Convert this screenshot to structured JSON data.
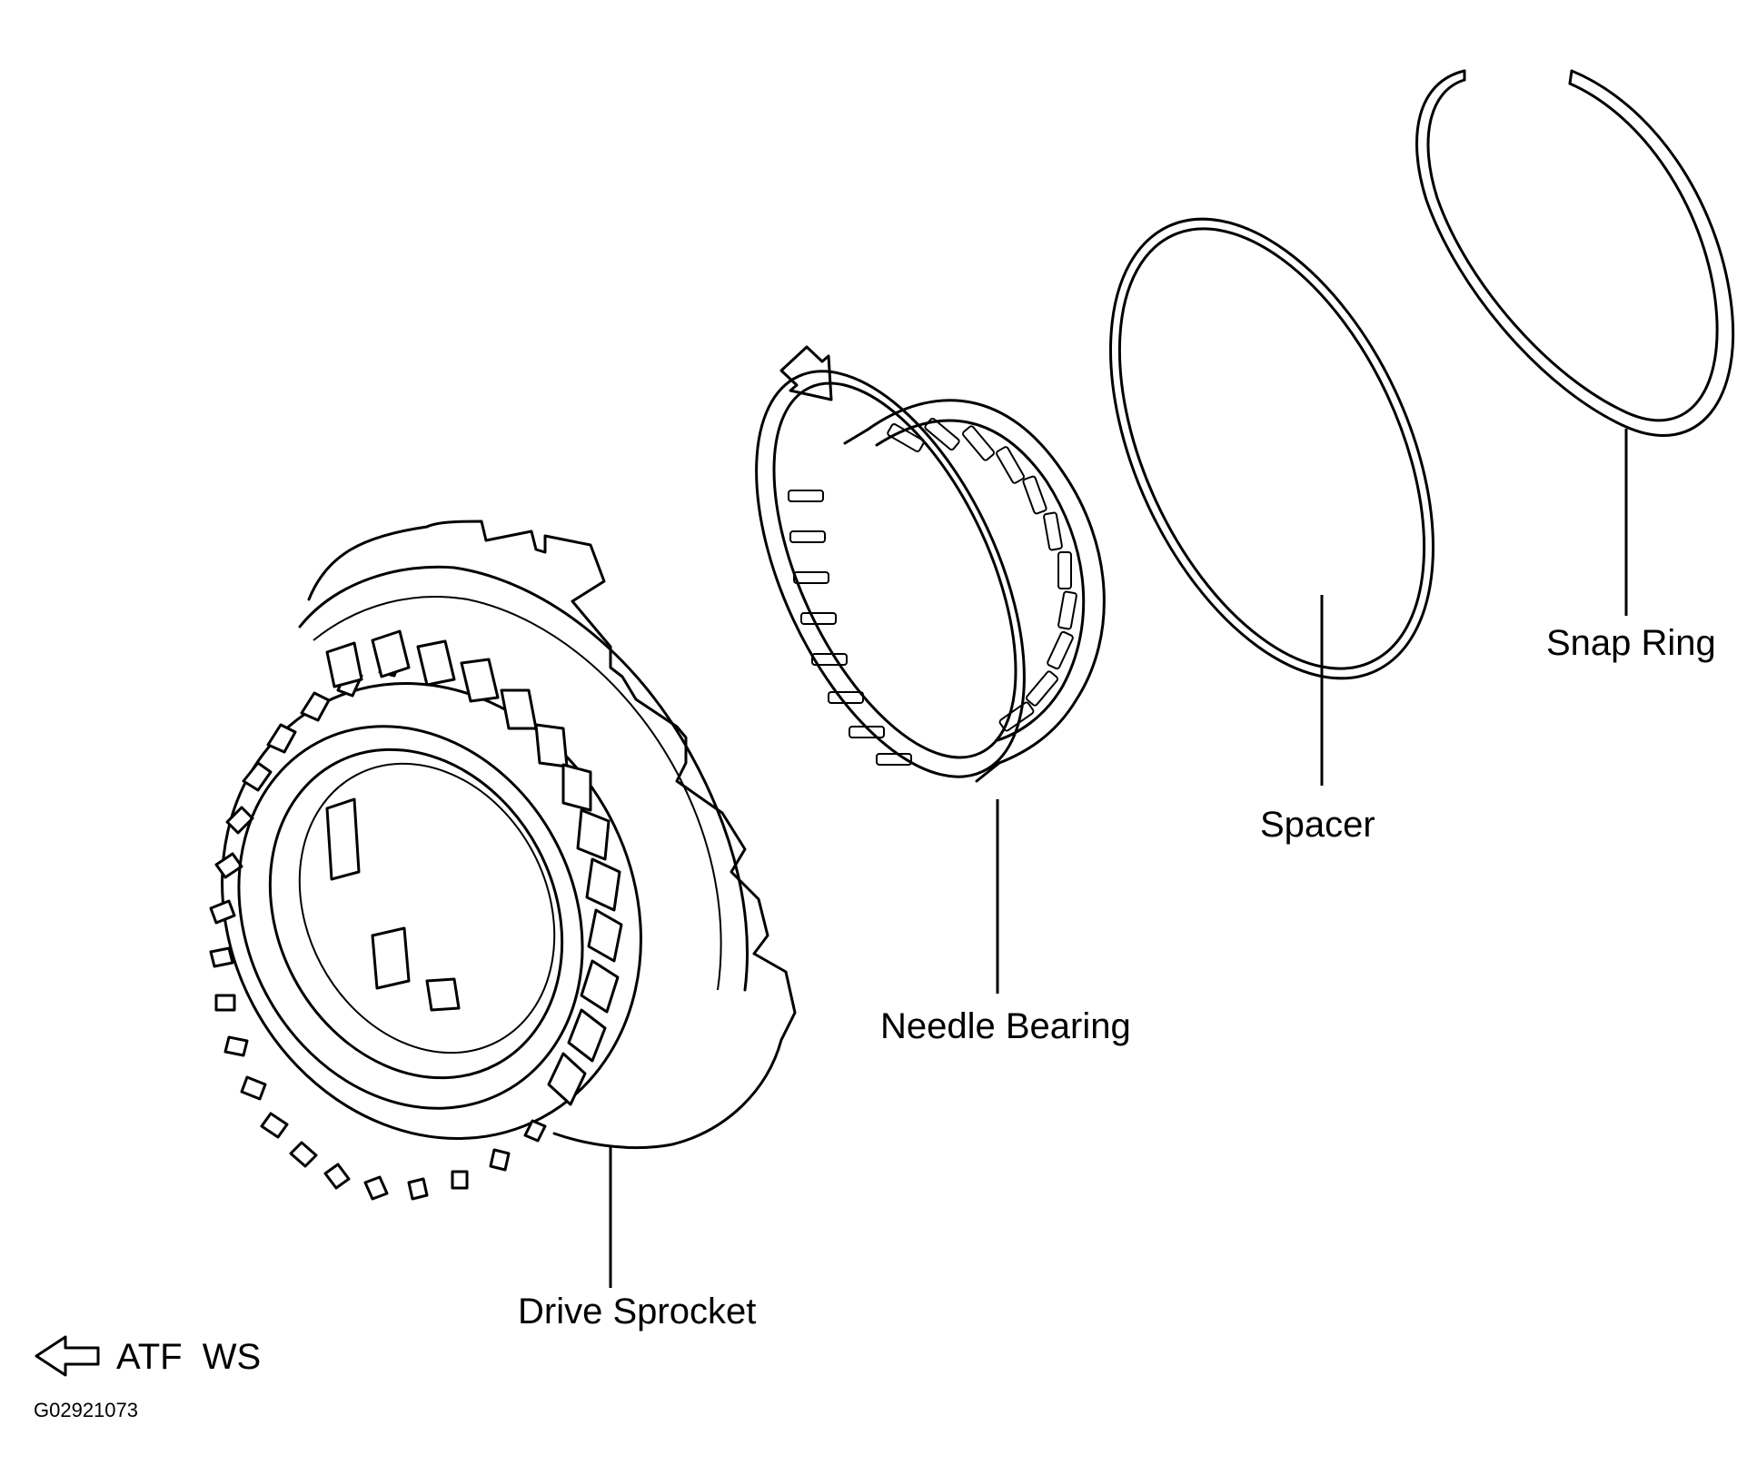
{
  "labels": {
    "drive_sprocket": "Drive Sprocket",
    "needle_bearing": "Needle Bearing",
    "spacer": "Spacer",
    "snap_ring": "Snap Ring"
  },
  "legend": {
    "fluid_text": "ATF  WS",
    "icon": "hollow-left-arrow-icon"
  },
  "figure_code": "G02921073",
  "colors": {
    "line": "#000000",
    "background": "#ffffff"
  }
}
